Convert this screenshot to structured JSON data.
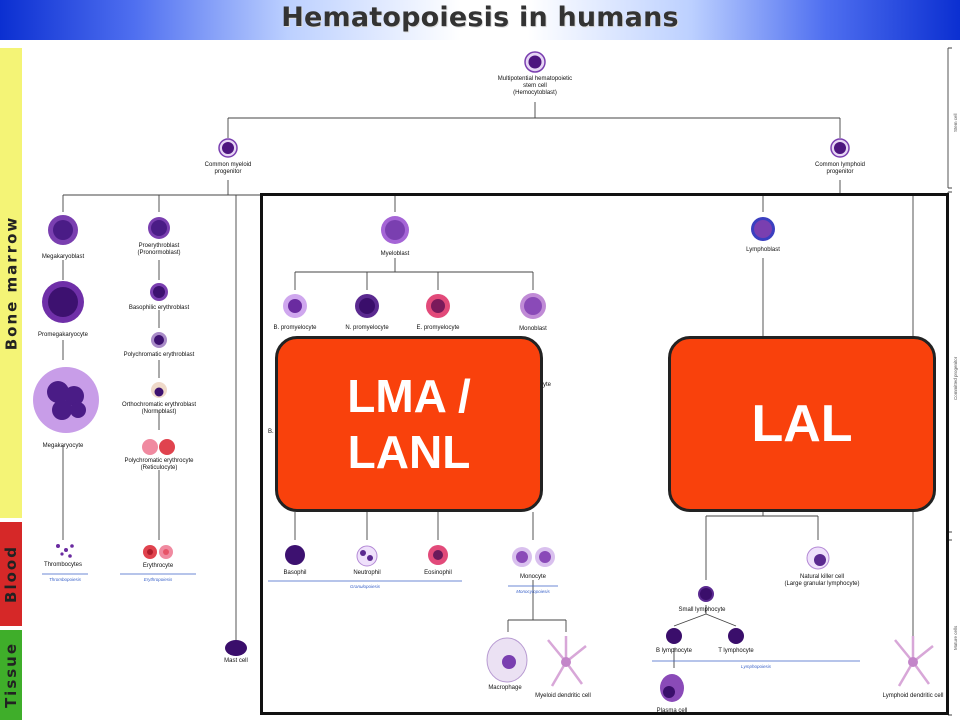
{
  "title": "Hematopoiesis in humans",
  "side_sections": [
    {
      "key": "bone_marrow",
      "label": "Bone marrow",
      "color": "#f4f476"
    },
    {
      "key": "blood",
      "label": "Blood",
      "color": "#d62828"
    },
    {
      "key": "tissue",
      "label": "Tissue",
      "color": "#3fae2a"
    }
  ],
  "stages": {
    "stem": "Stem cell",
    "committed": "Committed progenitor",
    "mature": "Mature cells"
  },
  "cells": {
    "stem_cell": "Multipotential hematopoietic\nstem cell\n(Hemocytoblast)",
    "myeloid_progenitor": "Common myeloid\nprogenitor",
    "lymphoid_progenitor": "Common lymphoid\nprogenitor",
    "megakaryoblast": "Megakaryoblast",
    "promegakaryocyte": "Promegakaryocyte",
    "megakaryocyte": "Megakaryocyte",
    "thrombocytes": "Thrombocytes",
    "proerythroblast": "Proerythroblast\n(Pronormoblast)",
    "basophilic_erythroblast": "Basophilic erythroblast",
    "polychromatic_erythroblast": "Polychromatic erythroblast",
    "orthochromatic_erythroblast": "Orthochromatic erythroblast\n(Normoblast)",
    "polychromatic_erythrocyte": "Polychromatic erythrocyte\n(Reticulocyte)",
    "erythrocyte": "Erythrocyte",
    "mast_cell": "Mast cell",
    "myeloblast": "Myeloblast",
    "b_promyelocyte": "B. promyelocyte",
    "n_promyelocyte": "N. promyelocyte",
    "e_promyelocyte": "E. promyelocyte",
    "monoblast": "Monoblast",
    "promonocyte_partial": "yte",
    "b_partial": "B.",
    "basophil": "Basophil",
    "neutrophil": "Neutrophil",
    "eosinophil": "Eosinophil",
    "monocyte": "Monocyte",
    "macrophage": "Macrophage",
    "myeloid_dendritic": "Myeloid dendritic cell",
    "lymphoblast": "Lymphoblast",
    "nk_cell": "Natural killer cell\n(Large granular lymphocyte)",
    "small_lymphocyte": "Small lymphocyte",
    "b_lymphocyte": "B lymphocyte",
    "t_lymphocyte": "T lymphocyte",
    "plasma_cell": "Plasma cell",
    "lymphoid_dendritic": "Lymphoid dendritic cell"
  },
  "processes": {
    "thrombopoiesis": "Thrombopoiesis",
    "erythropoiesis": "Erythropoiesis",
    "granulopoiesis": "Granulopoiesis",
    "monocytopoiesis": "Monocytopoiesis",
    "lymphopoiesis": "Lymphopoiesis"
  },
  "overlays": {
    "myeloid": "LMA /\nLANL",
    "lymphoid": "LAL"
  },
  "colors": {
    "overlay_fill": "#f9410c",
    "cell_purple": "#7a3fb0",
    "cell_dark": "#3a0e6b",
    "erythrocyte_red": "#e0434e",
    "process_blue": "#3b63c9"
  }
}
